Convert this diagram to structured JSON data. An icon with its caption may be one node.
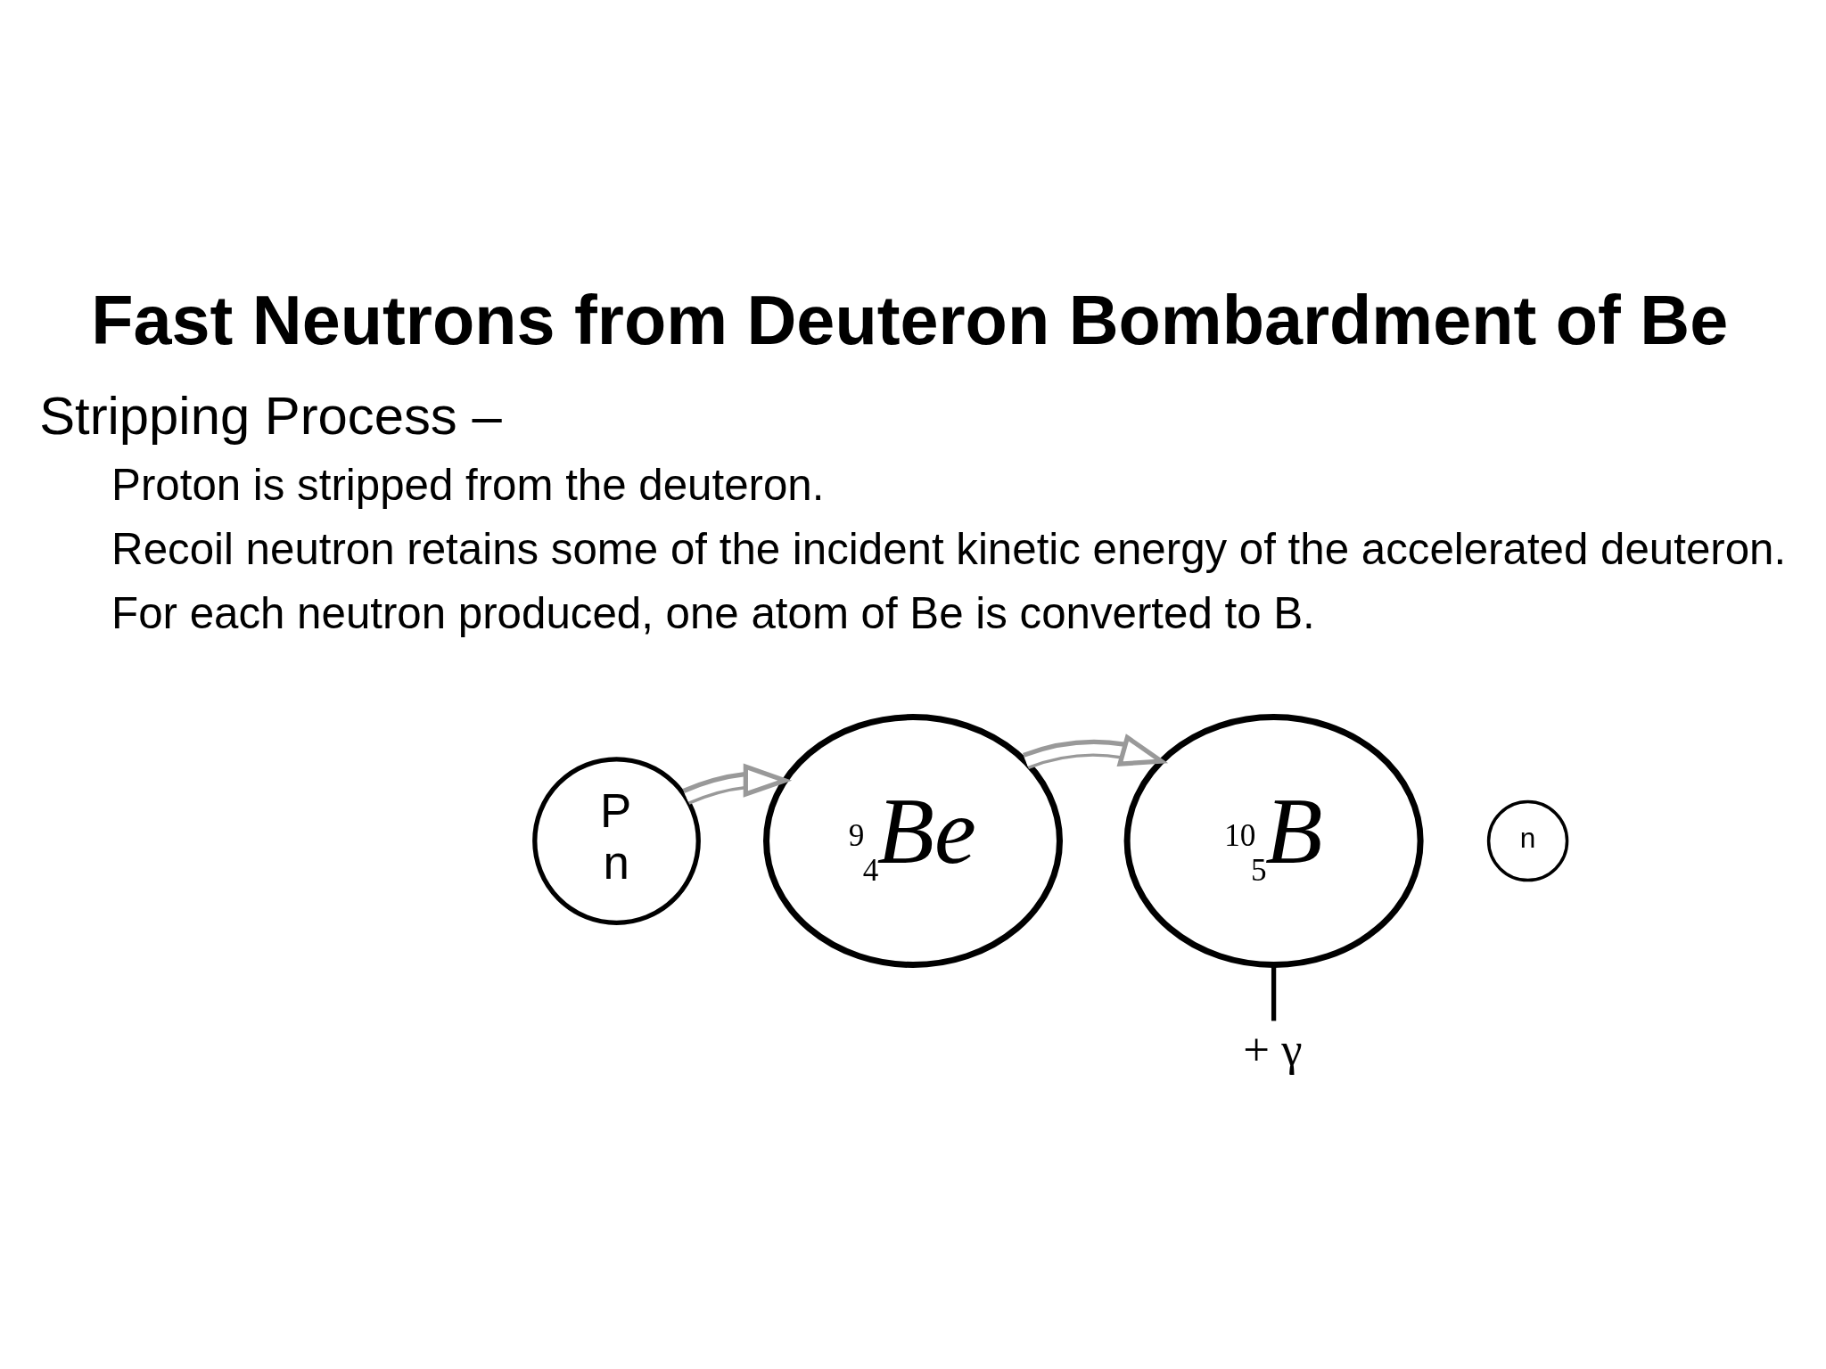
{
  "diagram": {
    "title": "Fast Neutrons from Deuteron Bombardment of Be",
    "nodes": [
      {
        "text": [
          "P",
          "n"
        ]
      },
      {
        "text": [
          "$^{9}$$_{4}$Be"
        ]
      },
      {
        "text": [
          "$^{10}$$_{5}$B"
        ]
      },
      {
        "text": [
          "n"
        ]
      },
      {
        "text": [
          "+ γ"
        ]
      }
    ],
    "edges": [
      {
        "from": 0,
        "to": 1,
        "arrow": "to"
      },
      {
        "from": 1,
        "to": 2,
        "arrow": "to"
      },
      {
        "from": 2,
        "to": 4,
        "arrow": "none",
        "color": "#000000"
      }
    ],
    "labels": [
      "Stripping Process –",
      "Proton is stripped from the deuteron.",
      "Recoil neutron retains some of the incident kinetic energy of the accelerated deuteron.",
      "For each neutron produced, one atom of Be is converted to B."
    ]
  }
}
